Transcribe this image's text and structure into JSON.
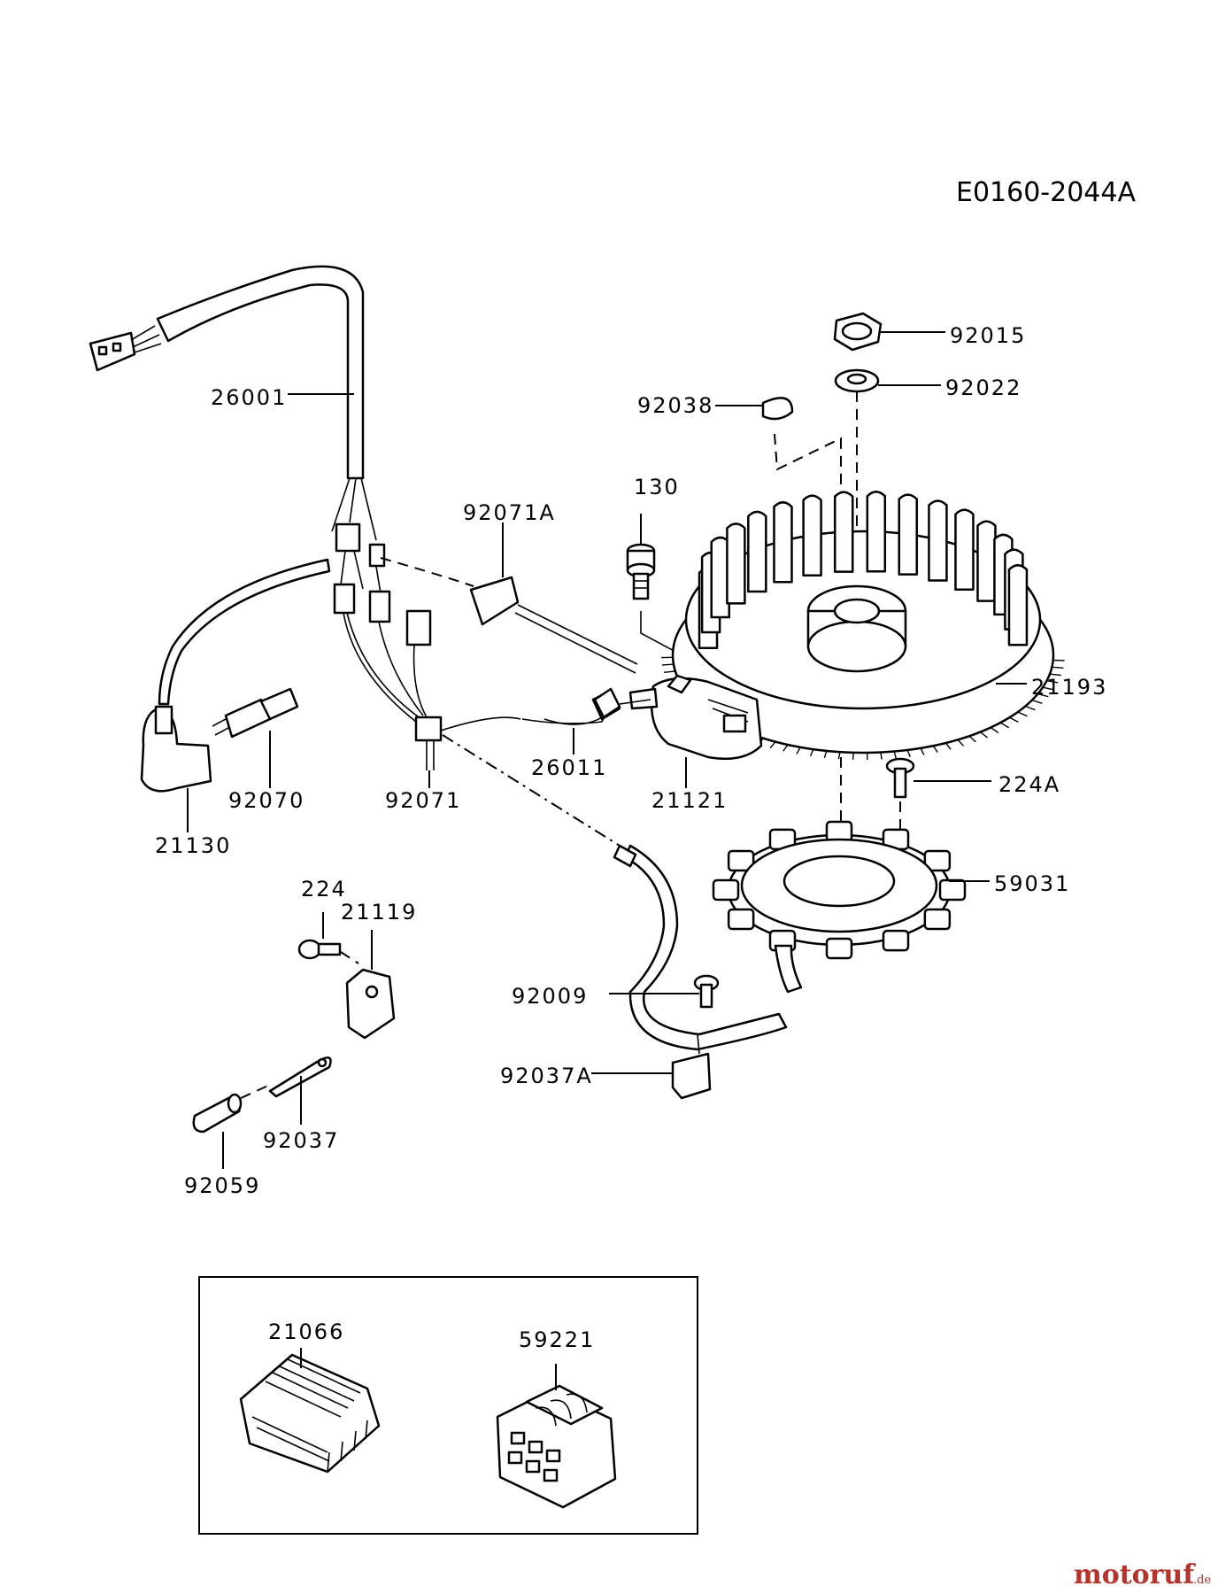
{
  "diagram_code": "E0160-2044A",
  "watermark": {
    "brand": "motoruf",
    "suffix": ".de",
    "color": "#b5332b"
  },
  "labels": {
    "l92015": "92015",
    "l92022": "92022",
    "l92038": "92038",
    "l130": "130",
    "l92071A": "92071A",
    "l26001": "26001",
    "l21193": "21193",
    "l224A": "224A",
    "l59031": "59031",
    "l92070": "92070",
    "l21130": "21130",
    "l92071": "92071",
    "l26011": "26011",
    "l21121": "21121",
    "l224": "224",
    "l21119": "21119",
    "l92009": "92009",
    "l92037A": "92037A",
    "l92037": "92037",
    "l92059": "92059",
    "l21066": "21066",
    "l59221": "59221"
  }
}
